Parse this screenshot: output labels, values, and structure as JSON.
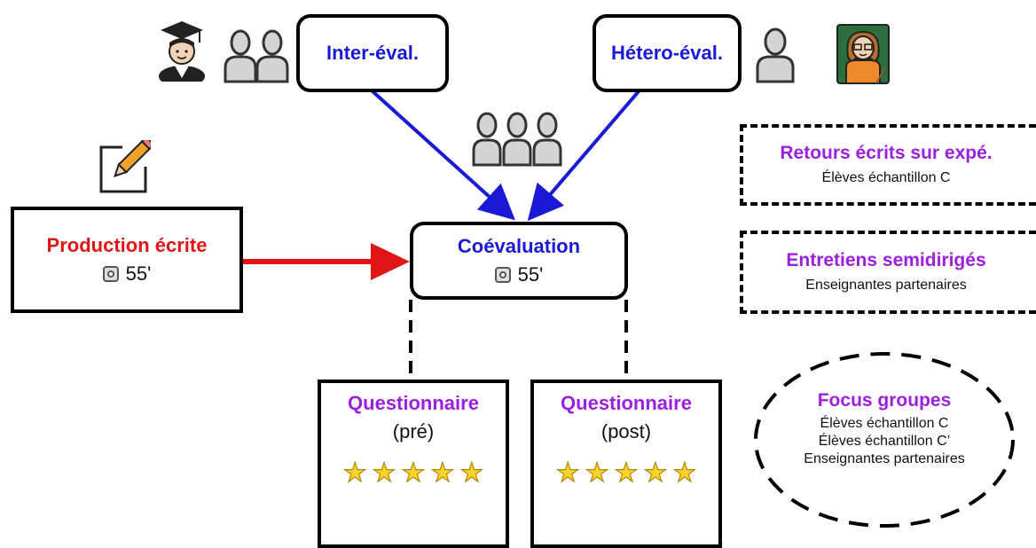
{
  "colors": {
    "blue": "#1a1ad6",
    "red": "#e01515",
    "purple": "#9b1fe0",
    "black": "#000000",
    "star_fill": "#f6d32d"
  },
  "inter_eval": {
    "label": "Inter-éval."
  },
  "hetero_eval": {
    "label": "Hétero-éval."
  },
  "production": {
    "title": "Production écrite",
    "duration": "55'"
  },
  "coevaluation": {
    "title": "Coévaluation",
    "duration": "55'"
  },
  "questionnaire_pre": {
    "title": "Questionnaire",
    "subtitle": "(pré)",
    "rating": 5
  },
  "questionnaire_post": {
    "title": "Questionnaire",
    "subtitle": "(post)",
    "rating": 5
  },
  "retours": {
    "title": "Retours écrits sur expé.",
    "subtitle": "Élèves échantillon C"
  },
  "entretiens": {
    "title": "Entretiens semidirigés",
    "subtitle": "Enseignantes partenaires"
  },
  "focus": {
    "title": "Focus groupes",
    "lines": [
      "Élèves échantillon C",
      "Élèves échantillon C’",
      "Enseignantes partenaires"
    ]
  },
  "icons": [
    "graduate-icon",
    "pair-people-icon",
    "group-people-icon",
    "single-person-icon",
    "teacher-icon",
    "pencil-note-icon",
    "timer-icon",
    "star-icon"
  ]
}
